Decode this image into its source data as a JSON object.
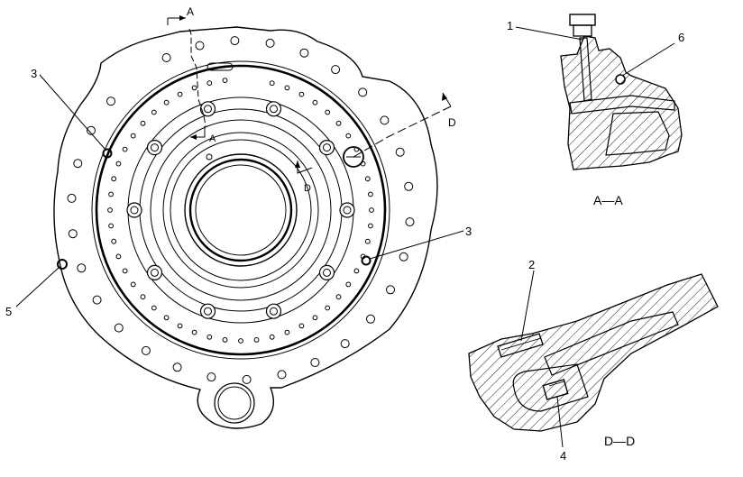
{
  "labels": {
    "part_1": "1",
    "part_2": "2",
    "part_3_left": "3",
    "part_3_right": "3",
    "part_4": "4",
    "part_5": "5",
    "part_6": "6"
  },
  "section_marks": {
    "a_top": "A",
    "a_inner": "A",
    "d_right": "D",
    "d_inner": "D"
  },
  "captions": {
    "section_aa": "A—A",
    "section_dd": "D—D"
  }
}
